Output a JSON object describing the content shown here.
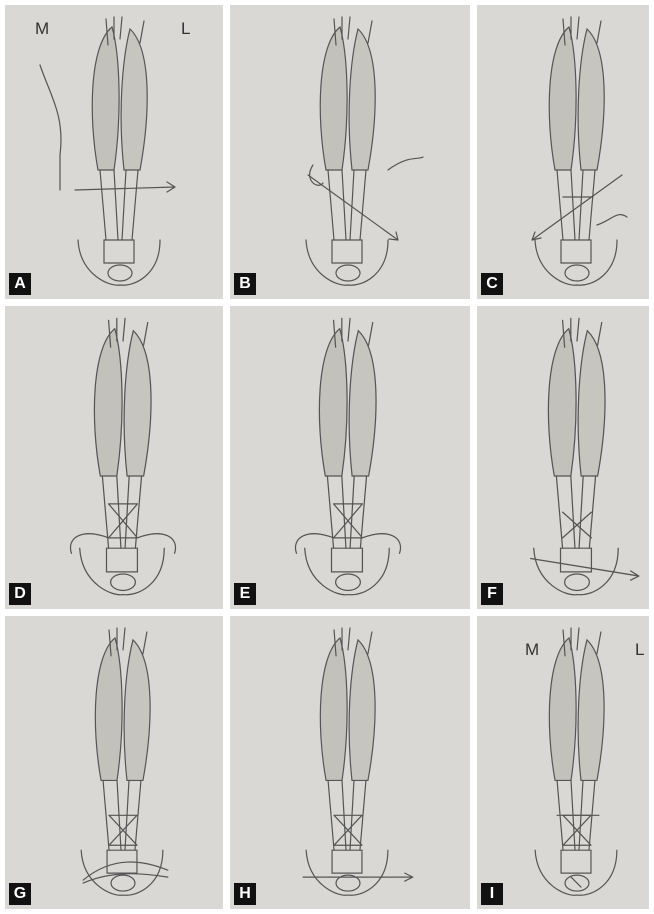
{
  "figure": {
    "panels": [
      {
        "label": "A",
        "side_left": "M",
        "side_right": "L",
        "stage": "suture-pass-horizontal-proximal"
      },
      {
        "label": "B",
        "stage": "suture-pass-oblique-down"
      },
      {
        "label": "C",
        "stage": "suture-pass-oblique-up"
      },
      {
        "label": "D",
        "stage": "cross-stitch-complete"
      },
      {
        "label": "E",
        "stage": "cross-stitch-ends"
      },
      {
        "label": "F",
        "stage": "suture-pass-distal-oblique"
      },
      {
        "label": "G",
        "stage": "distal-loop"
      },
      {
        "label": "H",
        "stage": "suture-pass-horizontal-distal"
      },
      {
        "label": "I",
        "side_left": "M",
        "side_right": "L",
        "stage": "final-repair"
      }
    ],
    "colors": {
      "paper": "#d9d8d4",
      "pencil": "#555555",
      "shade": "#9a9890"
    }
  }
}
